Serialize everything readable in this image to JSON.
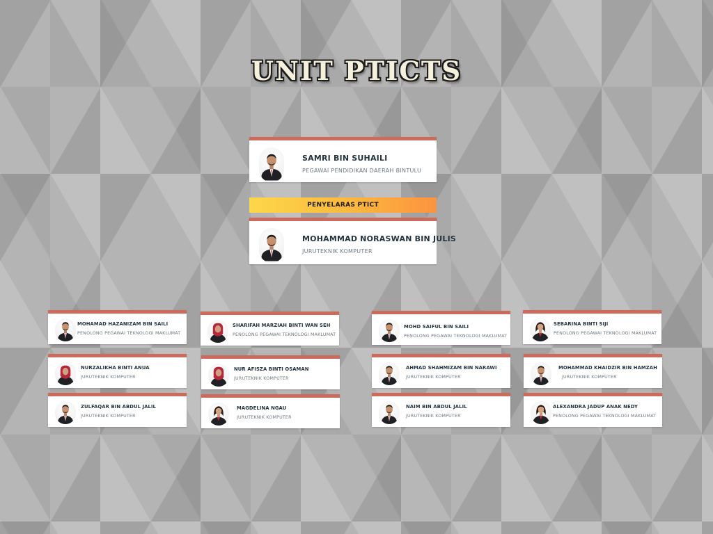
{
  "title": "UNIT PTICTS",
  "colors": {
    "card_accent": "#cc6b5b",
    "banner_start": "#fcd74a",
    "banner_end": "#fb9340",
    "name_text": "#23343f",
    "role_text": "#6e7880"
  },
  "head": {
    "name": "SAMRI BIN SUHAILI",
    "role": "PEGAWAI PENDIDIKAN DAERAH BINTULU",
    "avatar_icon": "male-portrait-icon"
  },
  "coordinator_banner": "PENYELARAS PTICT",
  "coordinator": {
    "name": "MOHAMMAD NORASWAN BIN JULIS",
    "role": "JURUTEKNIK KOMPUTER",
    "avatar_icon": "male-portrait-icon"
  },
  "staff": [
    {
      "name": "MOHAMAD HAZANIZAM BIN SAILI",
      "role": "PENOLONG PEGAWAI TEKNOLOGI MAKLUMAT",
      "avatar_icon": "male-portrait-icon"
    },
    {
      "name": "SHARIFAH MARZIAH BINTI WAN SEH",
      "role": "PENOLONG PEGAWAI TEKNOLOGI MAKLUMAT",
      "avatar_icon": "female-hijab-portrait-icon"
    },
    {
      "name": "MOHD SAIFUL BIN SAILI",
      "role": "PENOLONG PEGAWAI TEKNOLOGI MAKLUMAT",
      "avatar_icon": "male-portrait-icon"
    },
    {
      "name": "SEBARINA BINTI SIJI",
      "role": "PENOLONG PEGAWAI TEKNOLOGI MAKLUMAT",
      "avatar_icon": "female-portrait-icon"
    },
    {
      "name": "NURZALIKHA BINTI ANUA",
      "role": "JURUTEKNIK KOMPUTER",
      "avatar_icon": "female-hijab-portrait-icon"
    },
    {
      "name": "NUR AFISZA BINTI OSAMAN",
      "role": "JURUTEKNIK KOMPUTER",
      "avatar_icon": "female-hijab-portrait-icon"
    },
    {
      "name": "AHMAD SHAHMIZAM BIN NARAWI",
      "role": "JURUTEKNIK KOMPUTER",
      "avatar_icon": "male-portrait-icon"
    },
    {
      "name": "MOHAMMAD KHAIDZIR BIN HAMZAH",
      "role": "JURUTEKNIK KOMPUTER",
      "avatar_icon": "male-portrait-icon"
    },
    {
      "name": "ZULFAQAR BIN ABDUL JALIL",
      "role": "JURUTEKNIK KOMPUTER",
      "avatar_icon": "male-portrait-icon"
    },
    {
      "name": "MAGDELINA NGAU",
      "role": "JURUTEKNIK KOMPUTER",
      "avatar_icon": "female-portrait-icon"
    },
    {
      "name": "NAIM BIN ABDUL JALIL",
      "role": "JURUTEKNIK KOMPUTER",
      "avatar_icon": "male-portrait-icon"
    },
    {
      "name": "ALEXANDRA JADUP ANAK NEDY",
      "role": "PENOLONG PEGAWAI TEKNOLOGI MAKLUMAT",
      "avatar_icon": "female-portrait-icon"
    }
  ]
}
